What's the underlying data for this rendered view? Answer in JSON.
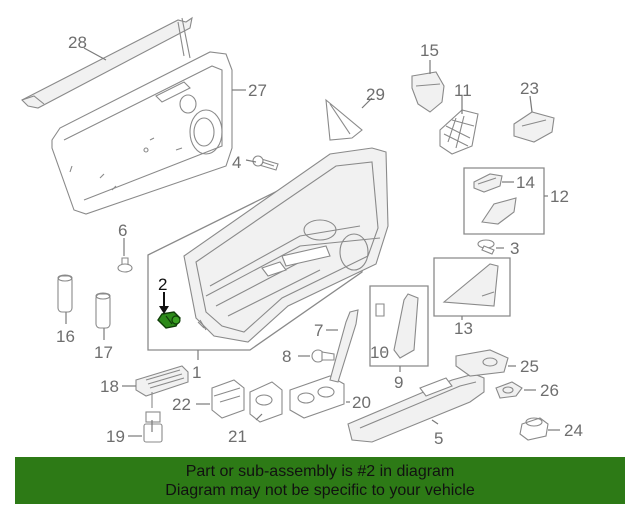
{
  "callouts": {
    "n1": "1",
    "n2": "2",
    "n3": "3",
    "n4": "4",
    "n5": "5",
    "n6": "6",
    "n7": "7",
    "n8": "8",
    "n9": "9",
    "n10": "10",
    "n11": "11",
    "n12": "12",
    "n13": "13",
    "n14": "14",
    "n15": "15",
    "n16": "16",
    "n17": "17",
    "n18": "18",
    "n19": "19",
    "n20": "20",
    "n21": "21",
    "n22": "22",
    "n23": "23",
    "n24": "24",
    "n25": "25",
    "n26": "26",
    "n27": "27",
    "n28": "28",
    "n29": "29"
  },
  "highlight": {
    "part_number": "2",
    "color": "#2d7a16"
  },
  "banner": {
    "line1": "Part or sub-assembly is #2 in diagram",
    "line2": "Diagram may not be specific to your vehicle",
    "background": "#2d7a16"
  }
}
